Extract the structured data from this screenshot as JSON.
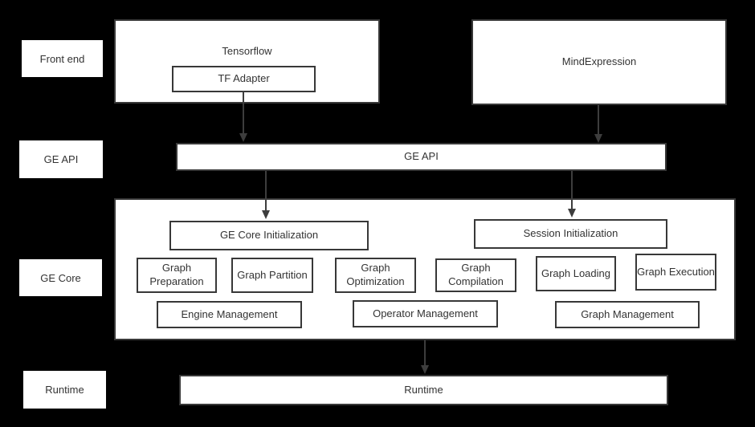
{
  "colors": {
    "background": "#000000",
    "box_fill": "#ffffff",
    "box_border": "#383838",
    "text": "#333333",
    "arrow": "#3d3d3d"
  },
  "side_labels": {
    "front_end": "Front end",
    "ge_api": "GE API",
    "ge_core": "GE Core",
    "runtime": "Runtime"
  },
  "front_end": {
    "tensorflow_title": "Tensorflow",
    "tf_adapter": "TF Adapter",
    "mind_expression": "MindExpression"
  },
  "ge_api": {
    "label": "GE API"
  },
  "ge_core": {
    "ge_core_initialization": "GE Core Initialization",
    "session_initialization": "Session Initialization",
    "modules": [
      {
        "label": "Graph Preparation"
      },
      {
        "label": "Graph Partition"
      },
      {
        "label": "Graph Optimization"
      },
      {
        "label": "Graph Compilation"
      },
      {
        "label": "Graph Loading"
      },
      {
        "label": "Graph Execution"
      }
    ],
    "management": [
      {
        "label": "Engine Management"
      },
      {
        "label": "Operator Management"
      },
      {
        "label": "Graph Management"
      }
    ]
  },
  "runtime": {
    "label": "Runtime"
  }
}
